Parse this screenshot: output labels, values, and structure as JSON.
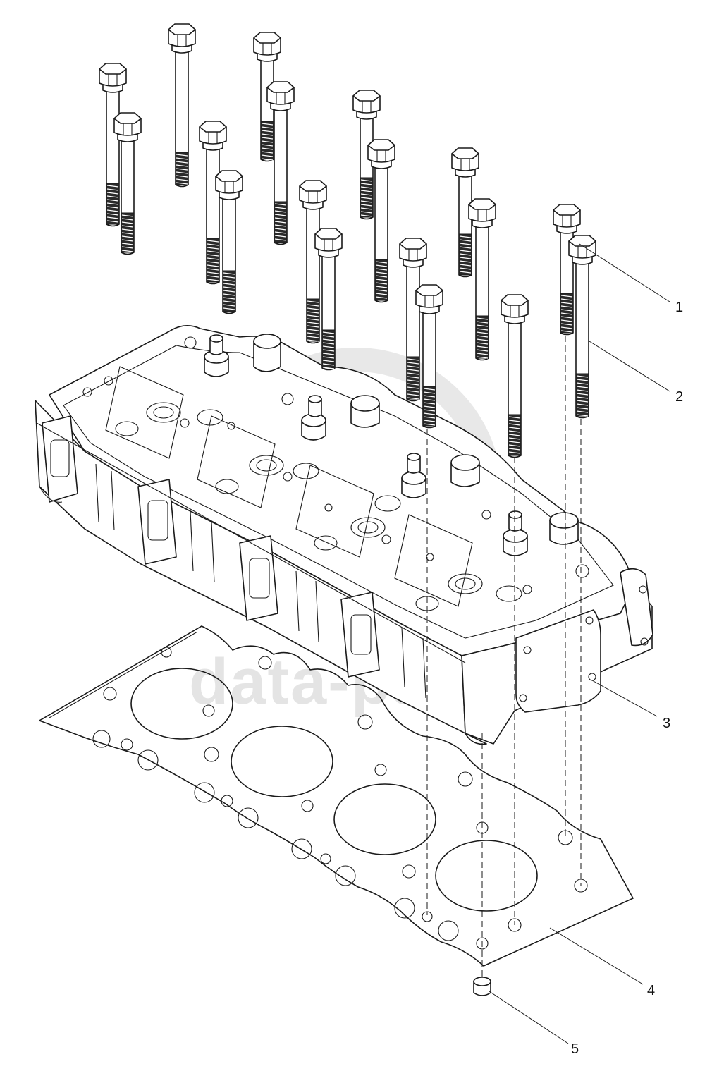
{
  "watermark": {
    "text": "data-parts",
    "color": "#cfcfcf"
  },
  "callouts": [
    {
      "number": "1",
      "part": "cylinder-head-bolt-short"
    },
    {
      "number": "2",
      "part": "cylinder-head-bolt-long"
    },
    {
      "number": "3",
      "part": "cylinder-head"
    },
    {
      "number": "4",
      "part": "cylinder-head-gasket"
    },
    {
      "number": "5",
      "part": "dowel-pin"
    }
  ],
  "colors": {
    "line": "#1a1a1a",
    "background": "#ffffff"
  }
}
